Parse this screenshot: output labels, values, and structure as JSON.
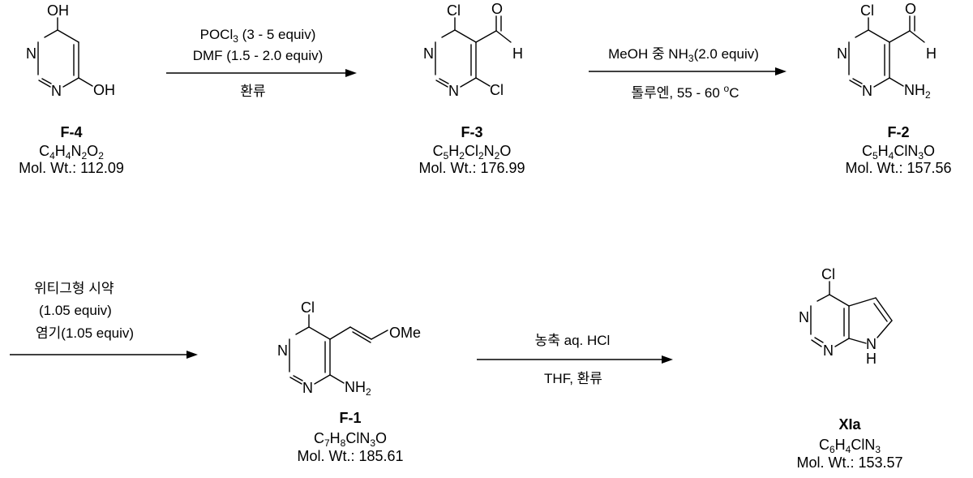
{
  "compounds": {
    "F4": {
      "name": "F-4",
      "formula": [
        "C",
        "4",
        "H",
        "4",
        "N",
        "2",
        "O",
        "2"
      ],
      "mw": "Mol. Wt.: 112.09",
      "atoms": {
        "n1": "N",
        "n3": "N",
        "oh4": "OH",
        "oh6": "OH"
      }
    },
    "F3": {
      "name": "F-3",
      "formula": [
        "C",
        "5",
        "H",
        "2",
        "Cl",
        "2",
        "N",
        "2",
        "O",
        ""
      ],
      "mw": "Mol. Wt.: 176.99",
      "atoms": {
        "n1": "N",
        "n3": "N",
        "cl4": "Cl",
        "cl6": "Cl",
        "o": "O",
        "h": "H"
      }
    },
    "F2": {
      "name": "F-2",
      "formula": [
        "C",
        "5",
        "H",
        "4",
        "ClN",
        "3",
        "O",
        ""
      ],
      "mw": "Mol. Wt.: 157.56",
      "atoms": {
        "n1": "N",
        "n3": "N",
        "cl": "Cl",
        "o": "O",
        "h": "H",
        "nh": "NH",
        "nh_sub": "2"
      }
    },
    "F1": {
      "name": "F-1",
      "formula": [
        "C",
        "7",
        "H",
        "8",
        "ClN",
        "3",
        "O",
        ""
      ],
      "mw": "Mol. Wt.: 185.61",
      "atoms": {
        "n1": "N",
        "n3": "N",
        "cl": "Cl",
        "ome": "OMe",
        "nh": "NH",
        "nh_sub": "2"
      }
    },
    "XIa": {
      "name": "XIa",
      "formula": [
        "C",
        "6",
        "H",
        "4",
        "ClN",
        "3"
      ],
      "mw": "Mol. Wt.: 153.57",
      "atoms": {
        "n1": "N",
        "n3": "N",
        "n7": "N",
        "h7": "H",
        "cl": "Cl"
      }
    }
  },
  "reactions": {
    "r1": {
      "line1_a": "POCl",
      "line1_sub": "3",
      "line1_b": " (3 - 5 equiv)",
      "line2": "DMF (1.5 - 2.0 equiv)",
      "below": "환류"
    },
    "r2": {
      "above_a": "MeOH 중 NH",
      "above_sub": "3",
      "above_b": "(2.0 equiv)",
      "below_a": "톨루엔, 55 - 60 ",
      "below_sup": "o",
      "below_b": "C"
    },
    "r3": {
      "line1": "위티그형 시약",
      "line2": "(1.05 equiv)",
      "line3": "염기(1.05 equiv)"
    },
    "r4": {
      "above": "농축 aq. HCl",
      "below": "THF, 환류"
    }
  }
}
